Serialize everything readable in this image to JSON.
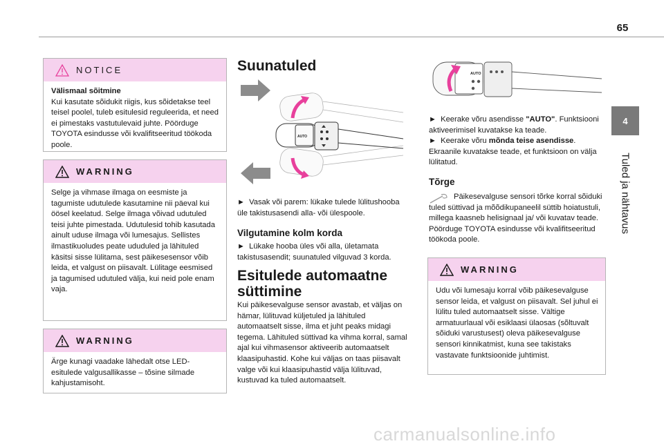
{
  "page_number": "65",
  "side_tab": {
    "number": "4",
    "label": "Tuled ja nähtavus"
  },
  "notice": {
    "title": "NOTICE",
    "heading": "Välismaal sõitmine",
    "text": "Kui kasutate sõidukit riigis, kus sõidetakse teel teisel poolel, tuleb esitulesid reguleerida, et need ei pimestaks vastutulevaid juhte. Pöörduge TOYOTA esindusse või kvalifitseeritud töökoda poole."
  },
  "warning1": {
    "title": "WARNING",
    "text": "Selge ja vihmase ilmaga on eesmiste ja tagumiste udutulede kasutamine nii päeval kui öösel keelatud. Selge ilmaga võivad udutuled teisi juhte pimestada. Udutulesid tohib kasutada ainult uduse ilmaga või lumesajus. Sellistes ilmastikuoludes peate ududuled ja lähituled käsitsi sisse lülitama, sest päikesesensor võib leida, et valgust on piisavalt. Lülitage eesmised ja tagumised udutuled välja, kui neid pole enam vaja."
  },
  "warning2": {
    "title": "WARNING",
    "text": "Ärge kunagi vaadake lähedalt otse LED-esitulede valgusallikasse – tõsine silmade kahjustamisoht."
  },
  "suunatuled": {
    "title": "Suunatuled",
    "bullet_marker": "►",
    "text": "Vasak või parem: lükake tulede lülitushooba üle takistusasendi alla- või ülespoole.",
    "subheading": "Vilgutamine kolm korda",
    "sub_text": "Lükake hooba üles või alla, ületamata takistusasendit; suunatuled vilguvad 3 korda.",
    "stalk_labels": {
      "auto": "AUTO"
    }
  },
  "auto_lights": {
    "title_line1": "Esitulede automaatne",
    "title_line2": "süttimine",
    "text": "Kui päikesevalguse sensor avastab, et väljas on hämar, lülituvad küljetuled ja lähituled automaatselt sisse, ilma et juht peaks midagi tegema. Lähituled süttivad ka vihma korral, samal ajal kui vihmasensor aktiveerib automaatselt klaasipuhastid. Kohe kui väljas on taas piisavalt valge või kui klaasipuhastid välja lülituvad, kustuvad ka tuled automaatselt."
  },
  "auto_activation": {
    "bullet_marker": "►",
    "line1_pre": "Keerake võru asendisse ",
    "line1_bold": "\"AUTO\"",
    "line1_post": ". Funktsiooni aktiveerimisel kuvatakse ka teade.",
    "line2_pre": "Keerake võru ",
    "line2_bold": "mõnda teise asendisse",
    "line2_post": ". Ekraanile kuvatakse teade, et funktsioon on välja lülitatud.",
    "stalk_label": "AUTO"
  },
  "torge": {
    "title": "Tõrge",
    "text_a": "Päikesevalguse sensori tõrke korral sõiduki tuled süttivad ja mõõdikupaneelil süttib hoiatustuli, millega kaasneb helisignaal ja/ või kuvatav teade.",
    "text_b": "Pöörduge TOYOTA esindusse või kvalifitseeritud töökoda poole."
  },
  "warning3": {
    "title": "WARNING",
    "text": "Udu või lumesaju korral võib päikesevalguse sensor leida, et valgust on piisavalt. Sel juhul ei lülitu tuled automaatselt sisse. Vältige armatuurlaual või esiklaasi ülaosas (sõltuvalt sõiduki varustusest) oleva päikesevalguse sensori kinnikatmist, kuna see takistaks vastavate funktsioonide juhtimist."
  },
  "watermark": "carmanualsonline.info",
  "colors": {
    "box_header": "#f6d2ee",
    "side_tab": "#7a7a7a",
    "accent_arrow": "#e8409c"
  }
}
